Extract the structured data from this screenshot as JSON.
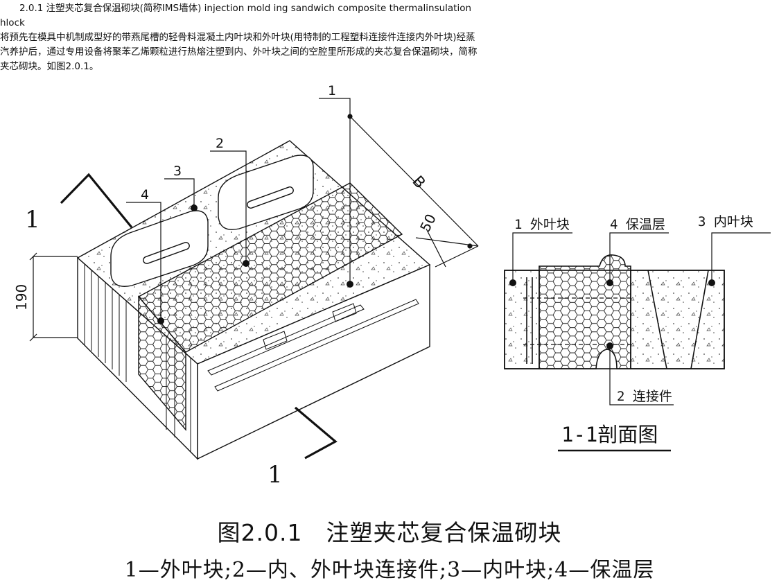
{
  "header": {
    "line1": "2.0.1 注塑夹芯复合保温砌块(简称IMS墙体) injection mold ing sandwich composite thermalinsulation",
    "line2": "hlock",
    "para": [
      "将预先在模具中机制成型好的带燕尾槽的轻骨料混凝土内叶块和外叶块(用特制的工程塑料连接件连接内外叶块)经蒸",
      "汽养护后，通过专用设备将聚苯乙烯颗粒进行热熔注塑到内、外叶块之间的空腔里所形成的夹芯复合保温砌块，简称",
      "夹芯砌块。如图2.0.1。"
    ]
  },
  "iso": {
    "callouts": [
      "1",
      "2",
      "3",
      "4"
    ],
    "dim_height": "190",
    "dim_length": "B",
    "dim_offset": "50",
    "section_mark_top": "1",
    "section_mark_bottom": "1"
  },
  "section": {
    "label_outer": "1 外叶块",
    "label_insul": "4 保温层",
    "label_inner": "3 内叶块",
    "label_connector": "2 连接件",
    "title": "1-1剖面图"
  },
  "caption": {
    "title": "图2.0.1　注塑夹芯复合保温砌块",
    "legend": "1—外叶块;2—内、外叶块连接件;3—内叶块;4—保温层"
  }
}
